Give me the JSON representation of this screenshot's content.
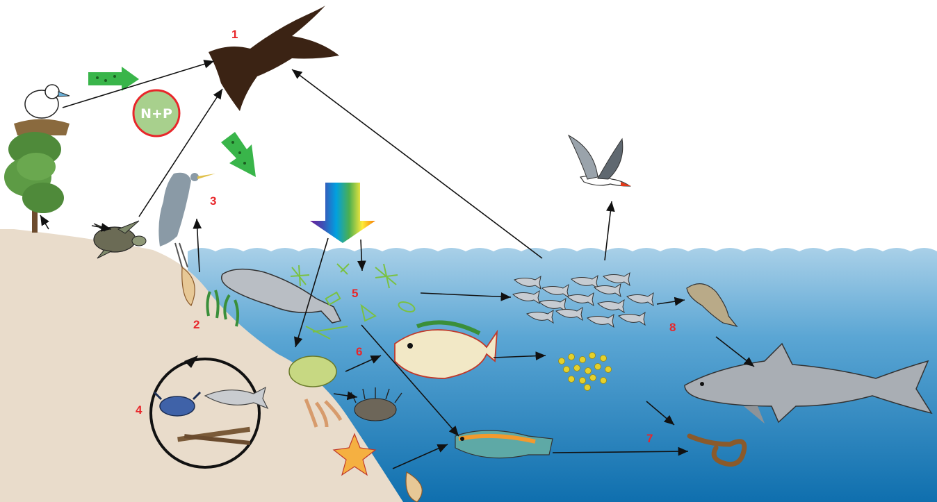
{
  "diagram": {
    "labels": [
      "1",
      "2",
      "3",
      "4",
      "5",
      "6",
      "7",
      "8"
    ],
    "nutrient_badge": "N+P",
    "colors": {
      "sky": "#ffffff",
      "sand": "#e9dccb",
      "water_top": "#9ec9e4",
      "water_bottom": "#1679b7",
      "label_red": "#e8262a",
      "nutrient_green": "#39b54a",
      "booby_brown": "#3b2314"
    },
    "icons": [
      "booby-bird-icon",
      "chick-on-nest-icon",
      "mangrove-tree-icon",
      "sea-turtle-icon",
      "heron-icon",
      "tern-icon",
      "sunlight-spectrum-arrow-icon",
      "dugong-icon",
      "seagrass-icon",
      "phytoplankton-icon",
      "fish-school-icon",
      "snapper-icon",
      "parrotfish-icon",
      "coral-icon",
      "sea-urchin-icon",
      "starfish-icon",
      "wrasse-icon",
      "shark-icon",
      "eel-icon",
      "eggs-icon",
      "crab-icon",
      "detritus-cycle-icon",
      "shell-icon"
    ]
  }
}
